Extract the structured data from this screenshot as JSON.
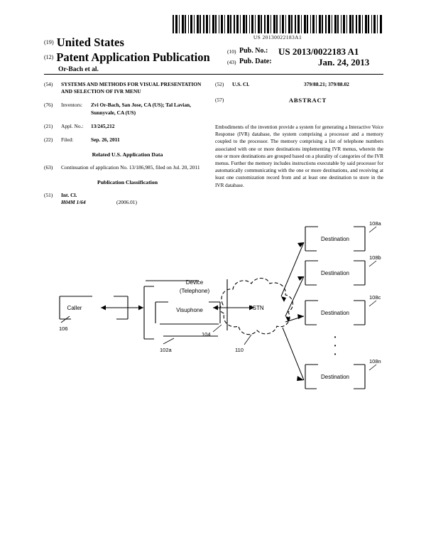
{
  "document": {
    "barcode_number": "US 20130022183A1",
    "country": "United States",
    "doc_type": "Patent Application Publication",
    "authors": "Or-Bach et al.",
    "country_code": "(19)",
    "doctype_code": "(12)",
    "pub_no_code": "(10)",
    "pub_no_label": "Pub. No.:",
    "pub_no_value": "US 2013/0022183 A1",
    "pub_date_code": "(43)",
    "pub_date_label": "Pub. Date:",
    "pub_date_value": "Jan. 24, 2013"
  },
  "left_column": {
    "title": {
      "code": "(54)",
      "text": "SYSTEMS AND METHODS FOR VISUAL PRESENTATION AND SELECTION OF IVR MENU"
    },
    "inventors": {
      "code": "(76)",
      "label": "Inventors:",
      "text": "Zvi Or-Bach, San Jose, CA (US); Tal Lavian, Sunnyvale, CA (US)"
    },
    "appl_no": {
      "code": "(21)",
      "label": "Appl. No.:",
      "value": "13/245,212"
    },
    "filed": {
      "code": "(22)",
      "label": "Filed:",
      "value": "Sep. 26, 2011"
    },
    "related_head": "Related U.S. Application Data",
    "related": {
      "code": "(63)",
      "text": "Continuation of application No. 13/186,985, filed on Jul. 20, 2011"
    },
    "pub_class_head": "Publication Classification",
    "int_cl": {
      "code": "(51)",
      "label": "Int. Cl.",
      "symbol": "H04M 1/64",
      "version": "(2006.01)"
    }
  },
  "right_column": {
    "us_cl": {
      "code": "(52)",
      "label": "U.S. Cl.",
      "value": "379/88.21; 379/88.02"
    },
    "abstract": {
      "code": "(57)",
      "head": "ABSTRACT",
      "text": "Embodiments of the invention provide a system for generating a Interactive Voice Response (IVR) database, the system comprising a processor and a memory coupled to the processor. The memory comprising a list of telephone numbers associated with one or more destinations implementing IVR menus, wherein the one or more destinations are grouped based on a plurality of categories of the IVR menus. Further the memory includes instructions executable by said processor for automatically communicating with the one or more destinations, and receiving at least one customization record from and at least one destination to store in the IVR database."
    }
  },
  "figure": {
    "caller": {
      "label": "Caller",
      "ref": "106"
    },
    "device": {
      "label_line1": "Device",
      "label_line2": "(Telephone)",
      "ref": "102a"
    },
    "visuphone": {
      "label": "Visuphone",
      "ref": "104"
    },
    "network": {
      "label": "PSTN",
      "ref": "110"
    },
    "destinations": [
      {
        "label": "Destination",
        "ref": "108a"
      },
      {
        "label": "Destination",
        "ref": "108b"
      },
      {
        "label": "Destination",
        "ref": "108c"
      },
      {
        "label": "Destination",
        "ref": "108n"
      }
    ],
    "ellipsis": "•"
  }
}
